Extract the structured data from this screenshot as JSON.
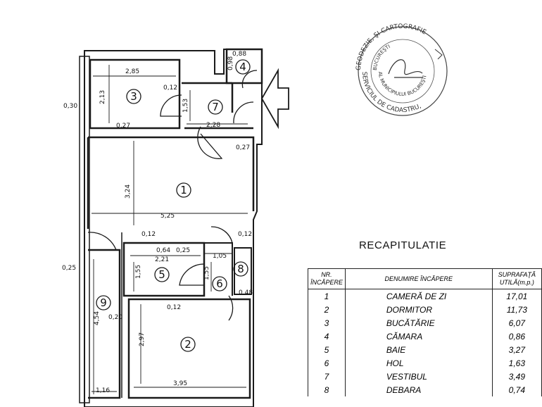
{
  "rooms": [
    {
      "nr": "1",
      "name": "CAMERĂ DE ZI",
      "area": "17,01"
    },
    {
      "nr": "2",
      "name": "DORMITOR",
      "area": "11,73"
    },
    {
      "nr": "3",
      "name": "BUCĂTĂRIE",
      "area": "6,07"
    },
    {
      "nr": "4",
      "name": "CĂMARA",
      "area": "0,86"
    },
    {
      "nr": "5",
      "name": "BAIE",
      "area": "3,27"
    },
    {
      "nr": "6",
      "name": "HOL",
      "area": "1,63"
    },
    {
      "nr": "7",
      "name": "VESTIBUL",
      "area": "3,49"
    },
    {
      "nr": "8",
      "name": "DEBARA",
      "area": "0,74"
    }
  ],
  "room_numbers": [
    "1",
    "2",
    "3",
    "4",
    "5",
    "6",
    "7",
    "8",
    "9"
  ],
  "dimensions": {
    "k_width": "2,85",
    "k_height": "2,13",
    "k_wall_a": "0,12",
    "k_wall_b": "0,27",
    "pantry_w": "0,88",
    "pantry_h": "0,98",
    "vest_h": "1,53",
    "vest_w": "2,28",
    "vest_wall": "0,27",
    "left_wall": "0,30",
    "living_h": "3,24",
    "living_w": "5,25",
    "wall_012_a": "0,12",
    "wall_012_b": "0,12",
    "bath_a": "0,64",
    "bath_b": "0,25",
    "bath_w": "2,21",
    "bath_h": "1,55",
    "hall_w": "1,05",
    "hall_h": "1,55",
    "debara_w": "0,48",
    "wall_025": "0,25",
    "b9_h": "4,54",
    "b9_wall": "0,20",
    "b9_w": "1,16",
    "bed_h": "2,97",
    "bed_w": "3,95",
    "bed_wall": "0,12"
  },
  "stamp": {
    "top": "GEODEZIE, ŞI CARTOGRAFIE",
    "top2": "BUCUREŞTI",
    "bottom": "SERVICIUL DE CADASTRU,",
    "bottom2": "AL MUNICIPIULUI BUCUREŞTI"
  },
  "recap": {
    "title": "RECAPITULATIE",
    "col1": "NR. ÎNCĂPERE",
    "col2": "DENUMIRE ÎNCĂPERE",
    "col3": "SUPRAFAŢĂ UTILĂ(m.p.)"
  }
}
